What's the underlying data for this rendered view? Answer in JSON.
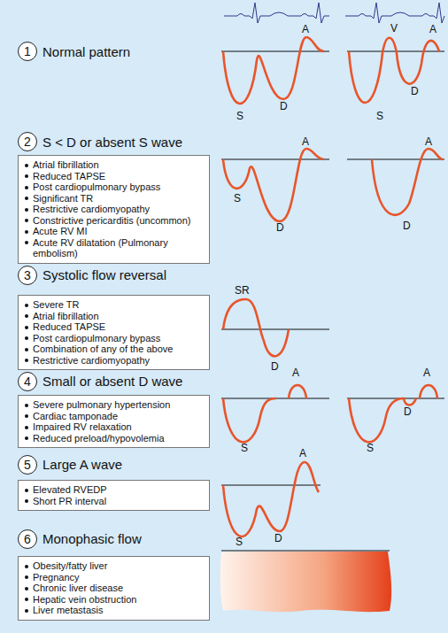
{
  "diagram": {
    "nodes": [
      {
        "text": [
          "1"
        ]
      },
      {
        "text": [
          "2"
        ]
      },
      {
        "text": [
          "Atrial fibrillation",
          "Reduced TAPSE",
          "Post cardiopulmonary bypass",
          "Significant TR",
          "Restrictive cardiomyopathy",
          "Constrictive pericarditis (uncommon)",
          "Acute RV MI",
          "Acute RV dilatation (Pulmonary embolism)"
        ]
      },
      {
        "text": [
          "3"
        ]
      },
      {
        "text": [
          "Severe TR",
          "Atrial fibrillation",
          "Reduced TAPSE",
          "Post cardiopulmonary bypass",
          "Combination of any of the above",
          "Restrictive cardiomyopathy"
        ]
      },
      {
        "text": [
          "4"
        ]
      },
      {
        "text": [
          "Severe pulmonary hypertension",
          "Cardiac tamponade",
          "Impaired RV relaxation",
          "Reduced preload/hypovolemia"
        ]
      },
      {
        "text": [
          "5"
        ]
      },
      {
        "text": [
          "Elevated RVEDP",
          "Short PR interval"
        ]
      },
      {
        "text": [
          "6"
        ]
      },
      {
        "text": [
          "Obesity/fatty liver",
          "Pregnancy",
          "Chronic liver disease",
          "Hepatic vein obstruction",
          "Liver metastasis"
        ]
      }
    ],
    "labels": [
      "Normal pattern",
      "A",
      "S",
      "D",
      "V",
      "A",
      "S",
      "D",
      "S < D or absent S wave",
      "A",
      "S",
      "D",
      "A",
      "D",
      "Systolic flow reversal",
      "SR",
      "D",
      "Small or absent D wave",
      "A",
      "A",
      "S",
      "D",
      "S",
      "Large A wave",
      "A",
      "S",
      "D",
      "Monophasic flow"
    ]
  }
}
